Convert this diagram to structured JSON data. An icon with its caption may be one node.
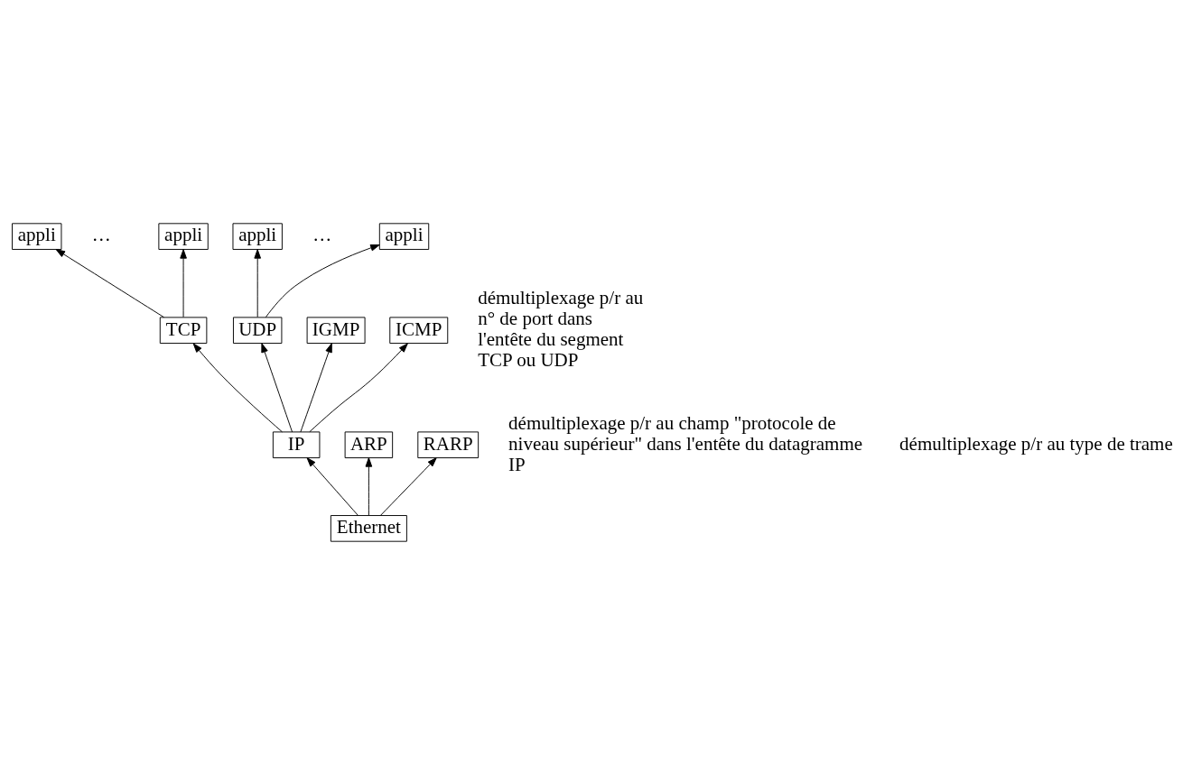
{
  "diagram": {
    "nodes": [
      {
        "text": [
          "appli"
        ]
      },
      {
        "text": [
          "appli"
        ]
      },
      {
        "text": [
          "appli"
        ]
      },
      {
        "text": [
          "appli"
        ]
      },
      {
        "text": [
          "TCP"
        ]
      },
      {
        "text": [
          "UDP"
        ]
      },
      {
        "text": [
          "IGMP"
        ]
      },
      {
        "text": [
          "ICMP"
        ]
      },
      {
        "text": [
          "IP"
        ]
      },
      {
        "text": [
          "ARP"
        ]
      },
      {
        "text": [
          "RARP"
        ]
      },
      {
        "text": [
          "Ethernet"
        ]
      }
    ],
    "edges": [
      {
        "from": 4,
        "to": 0,
        "arrow": "to"
      },
      {
        "from": 4,
        "to": 1,
        "arrow": "to"
      },
      {
        "from": 5,
        "to": 2,
        "arrow": "to"
      },
      {
        "from": 5,
        "to": 3,
        "arrow": "to"
      },
      {
        "from": 8,
        "to": 6,
        "arrow": "to"
      },
      {
        "from": 8,
        "to": 7,
        "arrow": "to"
      },
      {
        "from": 8,
        "to": 4,
        "arrow": "to"
      },
      {
        "from": 8,
        "to": 5,
        "arrow": "to"
      },
      {
        "from": 11,
        "to": 9,
        "arrow": "to"
      },
      {
        "from": 11,
        "to": 8,
        "arrow": "to"
      },
      {
        "from": 11,
        "to": 10,
        "arrow": "to"
      }
    ],
    "labels": [
      "…",
      "…",
      "démultiplexage p/r au n° de port dans l'entête du segment TCP ou UDP",
      "démultiplexage p/r au champ \"protocole de niveau supérieur\" dans l'entête du datagramme IP",
      "démultiplexage p/r au type de trame"
    ]
  }
}
